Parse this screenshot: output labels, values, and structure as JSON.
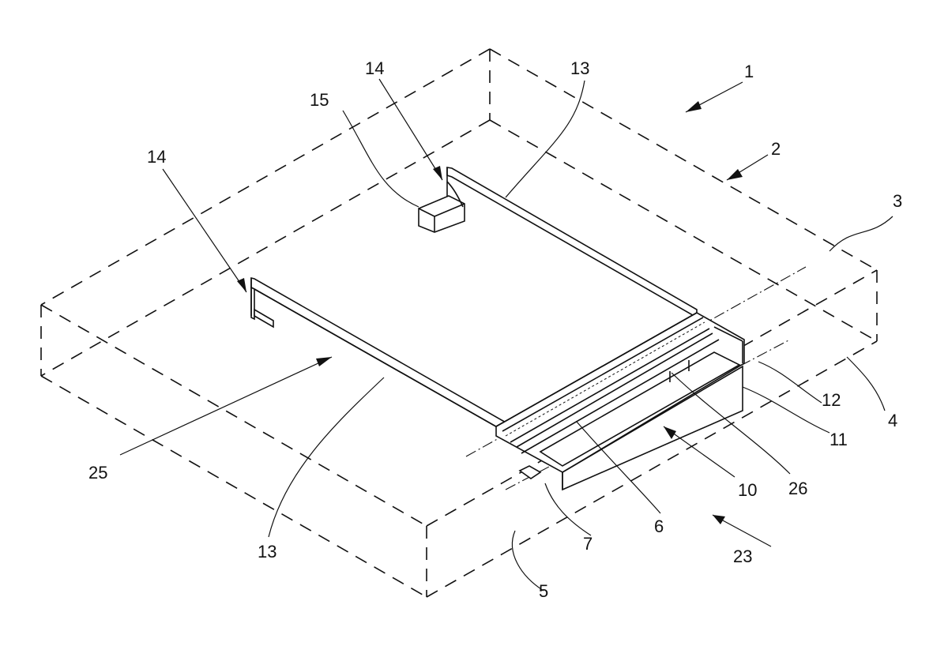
{
  "figure": {
    "reference_labels": [
      {
        "id": "1",
        "text": "1"
      },
      {
        "id": "2",
        "text": "2"
      },
      {
        "id": "3",
        "text": "3"
      },
      {
        "id": "4",
        "text": "4"
      },
      {
        "id": "5",
        "text": "5"
      },
      {
        "id": "6",
        "text": "6"
      },
      {
        "id": "7",
        "text": "7"
      },
      {
        "id": "10",
        "text": "10"
      },
      {
        "id": "11",
        "text": "11"
      },
      {
        "id": "12",
        "text": "12"
      },
      {
        "id": "13a",
        "text": "13"
      },
      {
        "id": "13b",
        "text": "13"
      },
      {
        "id": "14a",
        "text": "14"
      },
      {
        "id": "14b",
        "text": "14"
      },
      {
        "id": "15",
        "text": "15"
      },
      {
        "id": "23",
        "text": "23"
      },
      {
        "id": "25",
        "text": "25"
      },
      {
        "id": "26",
        "text": "26"
      }
    ]
  }
}
